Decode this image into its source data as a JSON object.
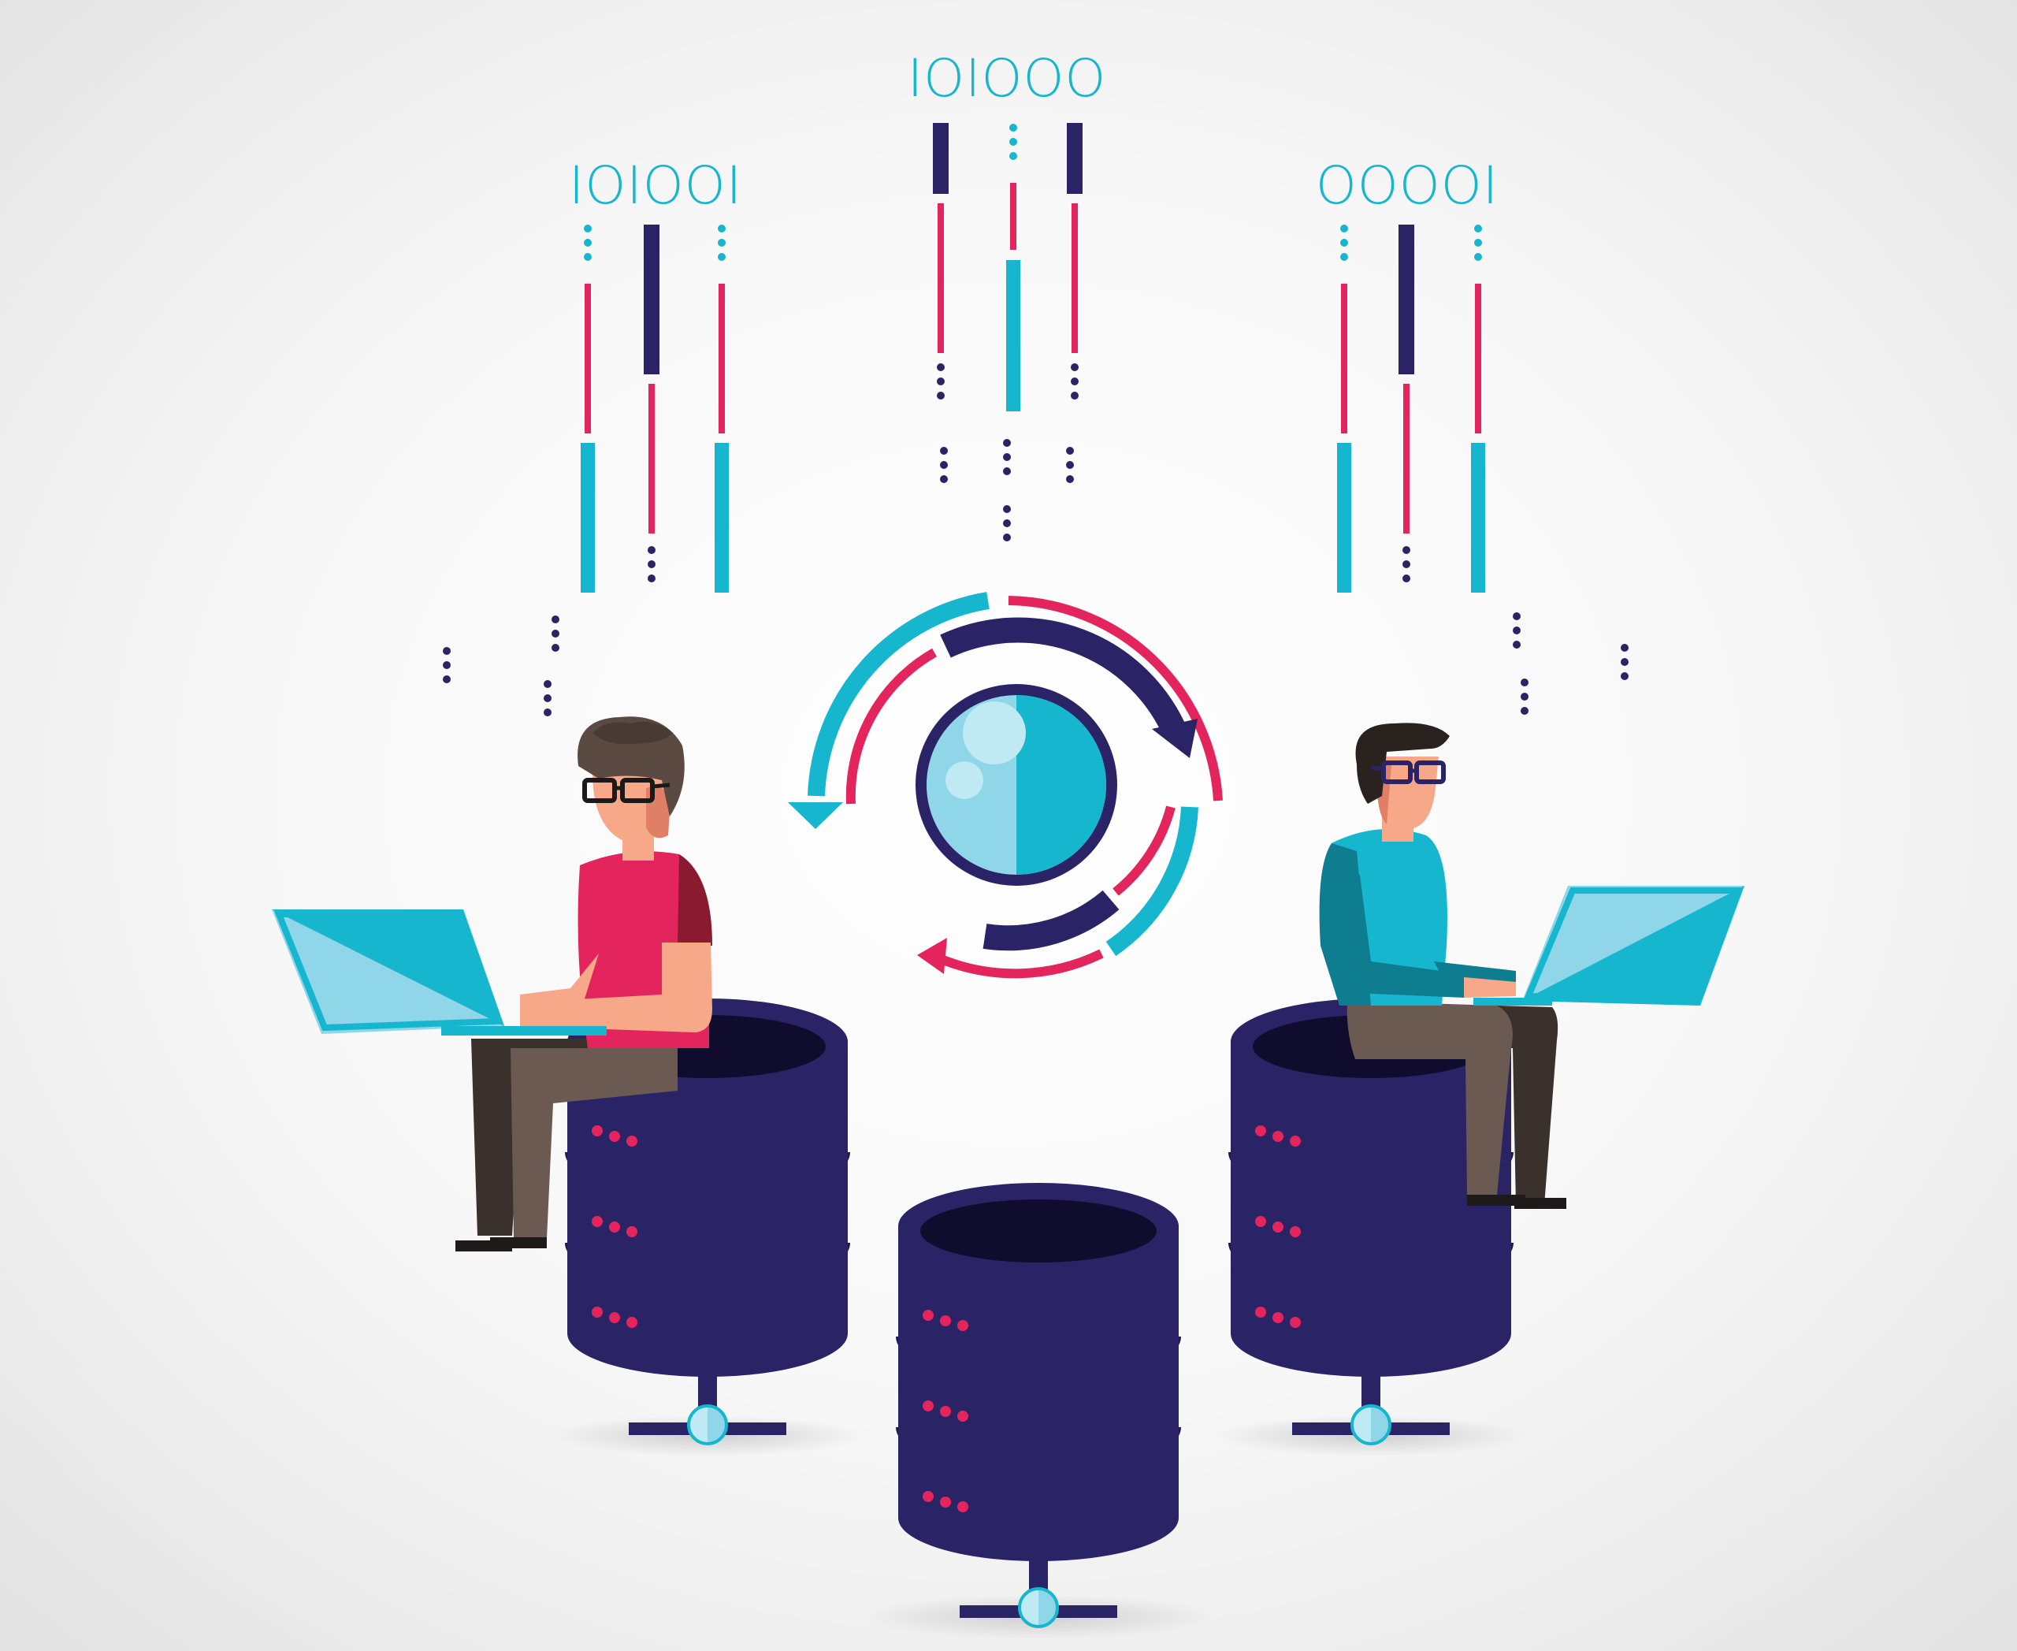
{
  "binary_labels": {
    "left": "IOIOOI",
    "center": "IOIOOO",
    "right": "OOOOI"
  },
  "colors": {
    "navy": "#2a2466",
    "cyan": "#16b6ce",
    "pink": "#e4245c",
    "light_cyan": "#8fd6e8",
    "background_center": "#ffffff",
    "background_edge": "#e6e6e6"
  },
  "icons": {
    "center": "sync-arrows-sphere-icon",
    "servers": "database-server-icon",
    "laptops": "laptop-icon"
  }
}
